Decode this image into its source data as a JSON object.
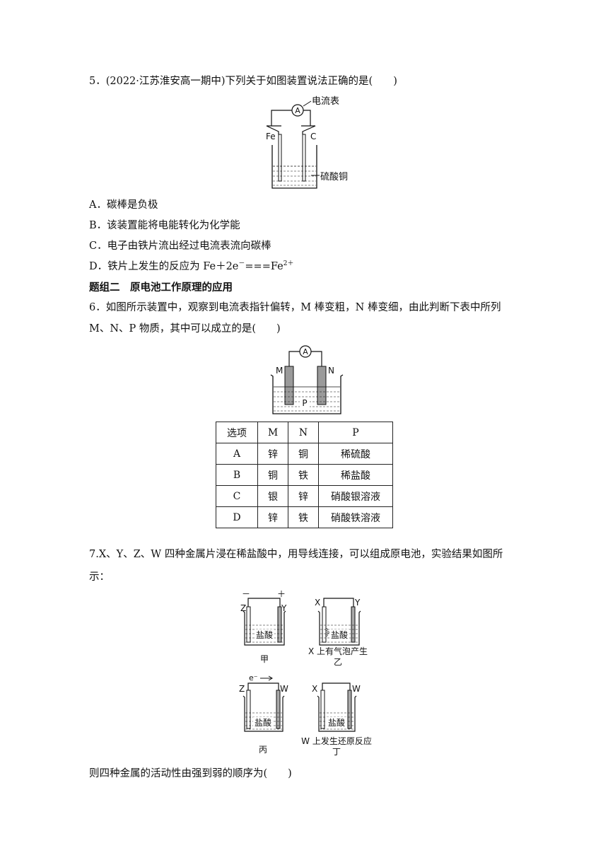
{
  "q5": {
    "stem": "5．(2022·江苏淮安高一期中)下列关于如图装置说法正确的是(　　)",
    "figure": {
      "ammeter": "A",
      "meter_label": "电流表",
      "left_electrode": "Fe",
      "right_electrode": "C",
      "solution": "硫酸铜"
    },
    "options": [
      "A．碳棒是负极",
      "B．该装置能将电能转化为化学能",
      "C．电子由铁片流出经过电流表流向碳棒"
    ],
    "optionD": {
      "prefix": "D．铁片上发生的反应为 Fe＋2e",
      "sup1": "－",
      "mid": "===Fe",
      "sup2": "2＋"
    }
  },
  "section_title": "题组二　原电池工作原理的应用",
  "q6": {
    "stem_line1": "6．如图所示装置中，观察到电流表指针偏转，M 棒变粗，N 棒变细，由此判断下表中所列",
    "stem_line2": "M、N、P 物质，其中可以成立的是(　　)",
    "figure": {
      "ammeter": "A",
      "left": "M",
      "right": "N",
      "solution": "P"
    },
    "table": {
      "headers": [
        "选项",
        "M",
        "N",
        "P"
      ],
      "rows": [
        [
          "A",
          "锌",
          "铜",
          "稀硫酸"
        ],
        [
          "B",
          "铜",
          "铁",
          "稀盐酸"
        ],
        [
          "C",
          "银",
          "锌",
          "硝酸银溶液"
        ],
        [
          "D",
          "锌",
          "铁",
          "硝酸铁溶液"
        ]
      ]
    }
  },
  "q7": {
    "stem_line1": "7.X、Y、Z、W 四种金属片浸在稀盐酸中，用导线连接，可以组成原电池，实验结果如图所",
    "stem_line2": "示：",
    "figures": {
      "jia": {
        "left": "Z",
        "right": "Y",
        "left_sign": "－",
        "right_sign": "＋",
        "solution": "盐酸",
        "caption": "甲"
      },
      "yi": {
        "left": "X",
        "right": "Y",
        "solution": "盐酸",
        "note": "X 上有气泡产生",
        "caption": "乙"
      },
      "bing": {
        "left": "Z",
        "right": "W",
        "electron": "e⁻",
        "solution": "盐酸",
        "caption": "丙"
      },
      "ding": {
        "left": "X",
        "right": "W",
        "solution": "盐酸",
        "note": "W 上发生还原反应",
        "caption": "丁"
      }
    },
    "question": "则四种金属的活动性由强到弱的顺序为(　　)"
  }
}
